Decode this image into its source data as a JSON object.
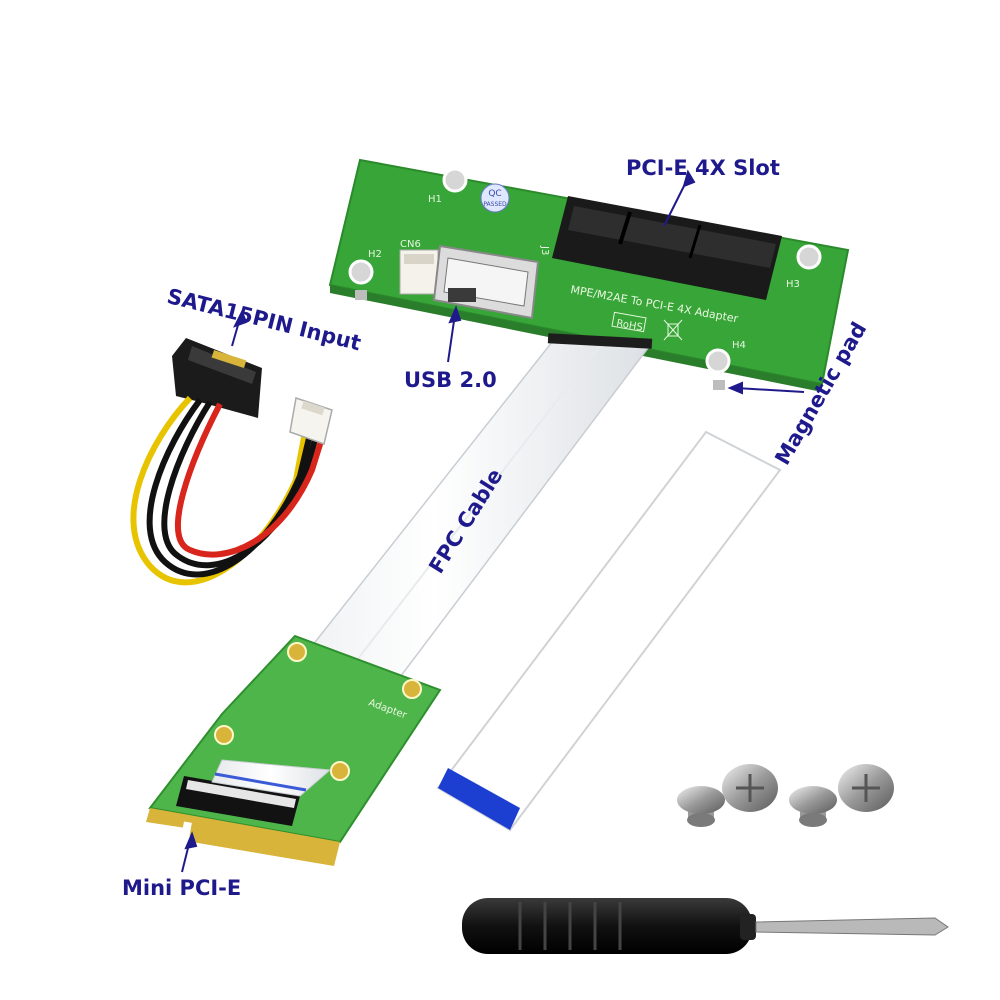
{
  "callouts": {
    "pcie_slot": "PCI-E 4X Slot",
    "sata_input": "SATA15PIN Input",
    "usb": "USB 2.0",
    "magnetic_pad": "Magnetic pad",
    "fpc_cable": "FPC Cable",
    "mini_pcie": "Mini PCI-E"
  },
  "board_silkscreen": {
    "adapter_text": "MPE/M2AE To PCI-E 4X Adapter",
    "h1": "H1",
    "h2": "H2",
    "h3": "H3",
    "h4": "H4",
    "cn": "CN6",
    "j3": "J3",
    "rohs": "RoHS",
    "qc": "QC",
    "passed": "PASSED",
    "mini_adapter": "Adapter"
  },
  "colors": {
    "label_text": "#1f1a8c",
    "pcb_green": "#3aa63a",
    "pcb_edge": "#2e8f2e",
    "slot_black": "#1a1a1a",
    "gold": "#d8b43a",
    "cable_white": "#f2f4f6",
    "cable_blue_tip": "#1d3fd1"
  }
}
